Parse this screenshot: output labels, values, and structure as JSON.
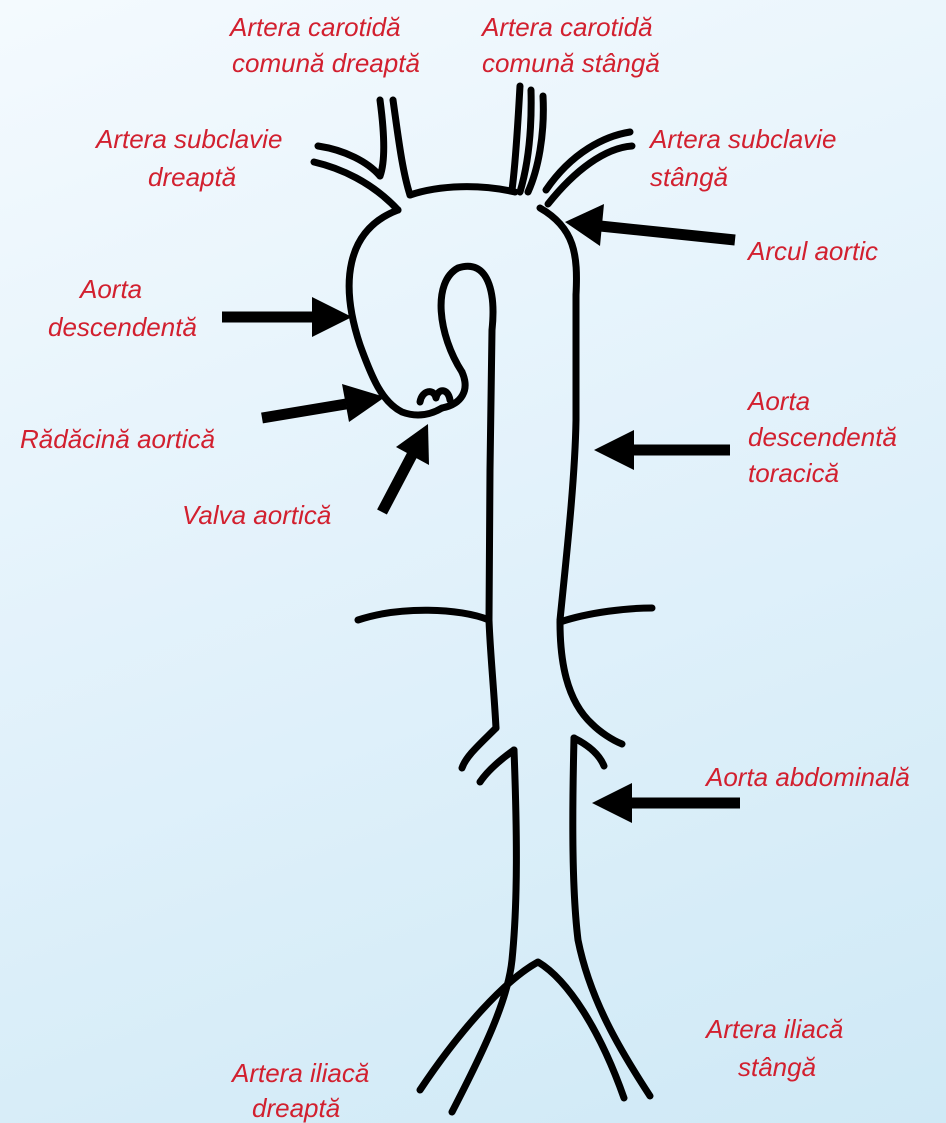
{
  "labels": {
    "carotid_right_l1": "Artera carotidă",
    "carotid_right_l2": "comună dreaptă",
    "carotid_left_l1": "Artera carotidă",
    "carotid_left_l2": "comună stângă",
    "subclavian_right_l1": "Artera subclavie",
    "subclavian_right_l2": "dreaptă",
    "subclavian_left_l1": "Artera subclavie",
    "subclavian_left_l2": "stângă",
    "aortic_arch": "Arcul aortic",
    "ascending_aorta_l1": "Aorta",
    "ascending_aorta_l2": "descendentă",
    "aortic_root": "Rădăcină aortică",
    "aortic_valve": "Valva aortică",
    "thoracic_aorta_l1": "Aorta",
    "thoracic_aorta_l2": "descendentă",
    "thoracic_aorta_l3": "toracică",
    "abdominal_aorta": "Aorta abdominală",
    "iliac_left_l1": "Artera iliacă",
    "iliac_left_l2": "stângă",
    "iliac_right_l1": "Artera iliacă",
    "iliac_right_l2": "dreaptă"
  },
  "colors": {
    "label_text": "#d2202f",
    "outline": "#000000",
    "background_top": "#f4fafe",
    "background_bottom": "#cfe9f6"
  }
}
